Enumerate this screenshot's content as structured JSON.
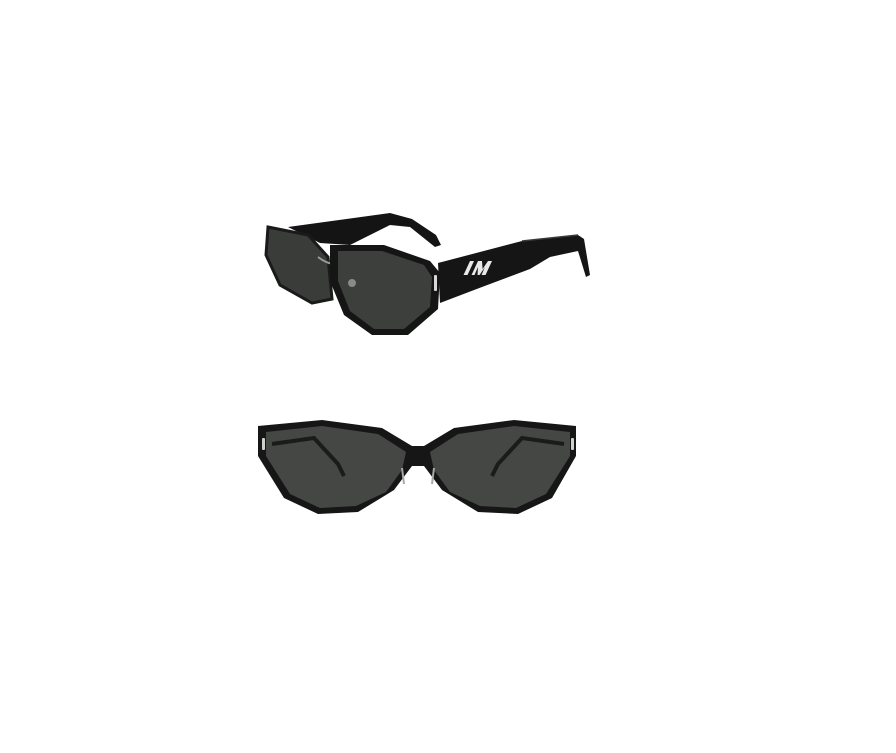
{
  "image": {
    "background": "#ffffff",
    "subjects": [
      {
        "name": "sunglasses-angled-view",
        "frame_color": "#151515",
        "lens_color": "#3d3f3d"
      },
      {
        "name": "sunglasses-front-view",
        "frame_color": "#161616",
        "lens_color": "#454745"
      }
    ],
    "logo": {
      "text": "1M",
      "color": "#e9e9e9"
    }
  }
}
